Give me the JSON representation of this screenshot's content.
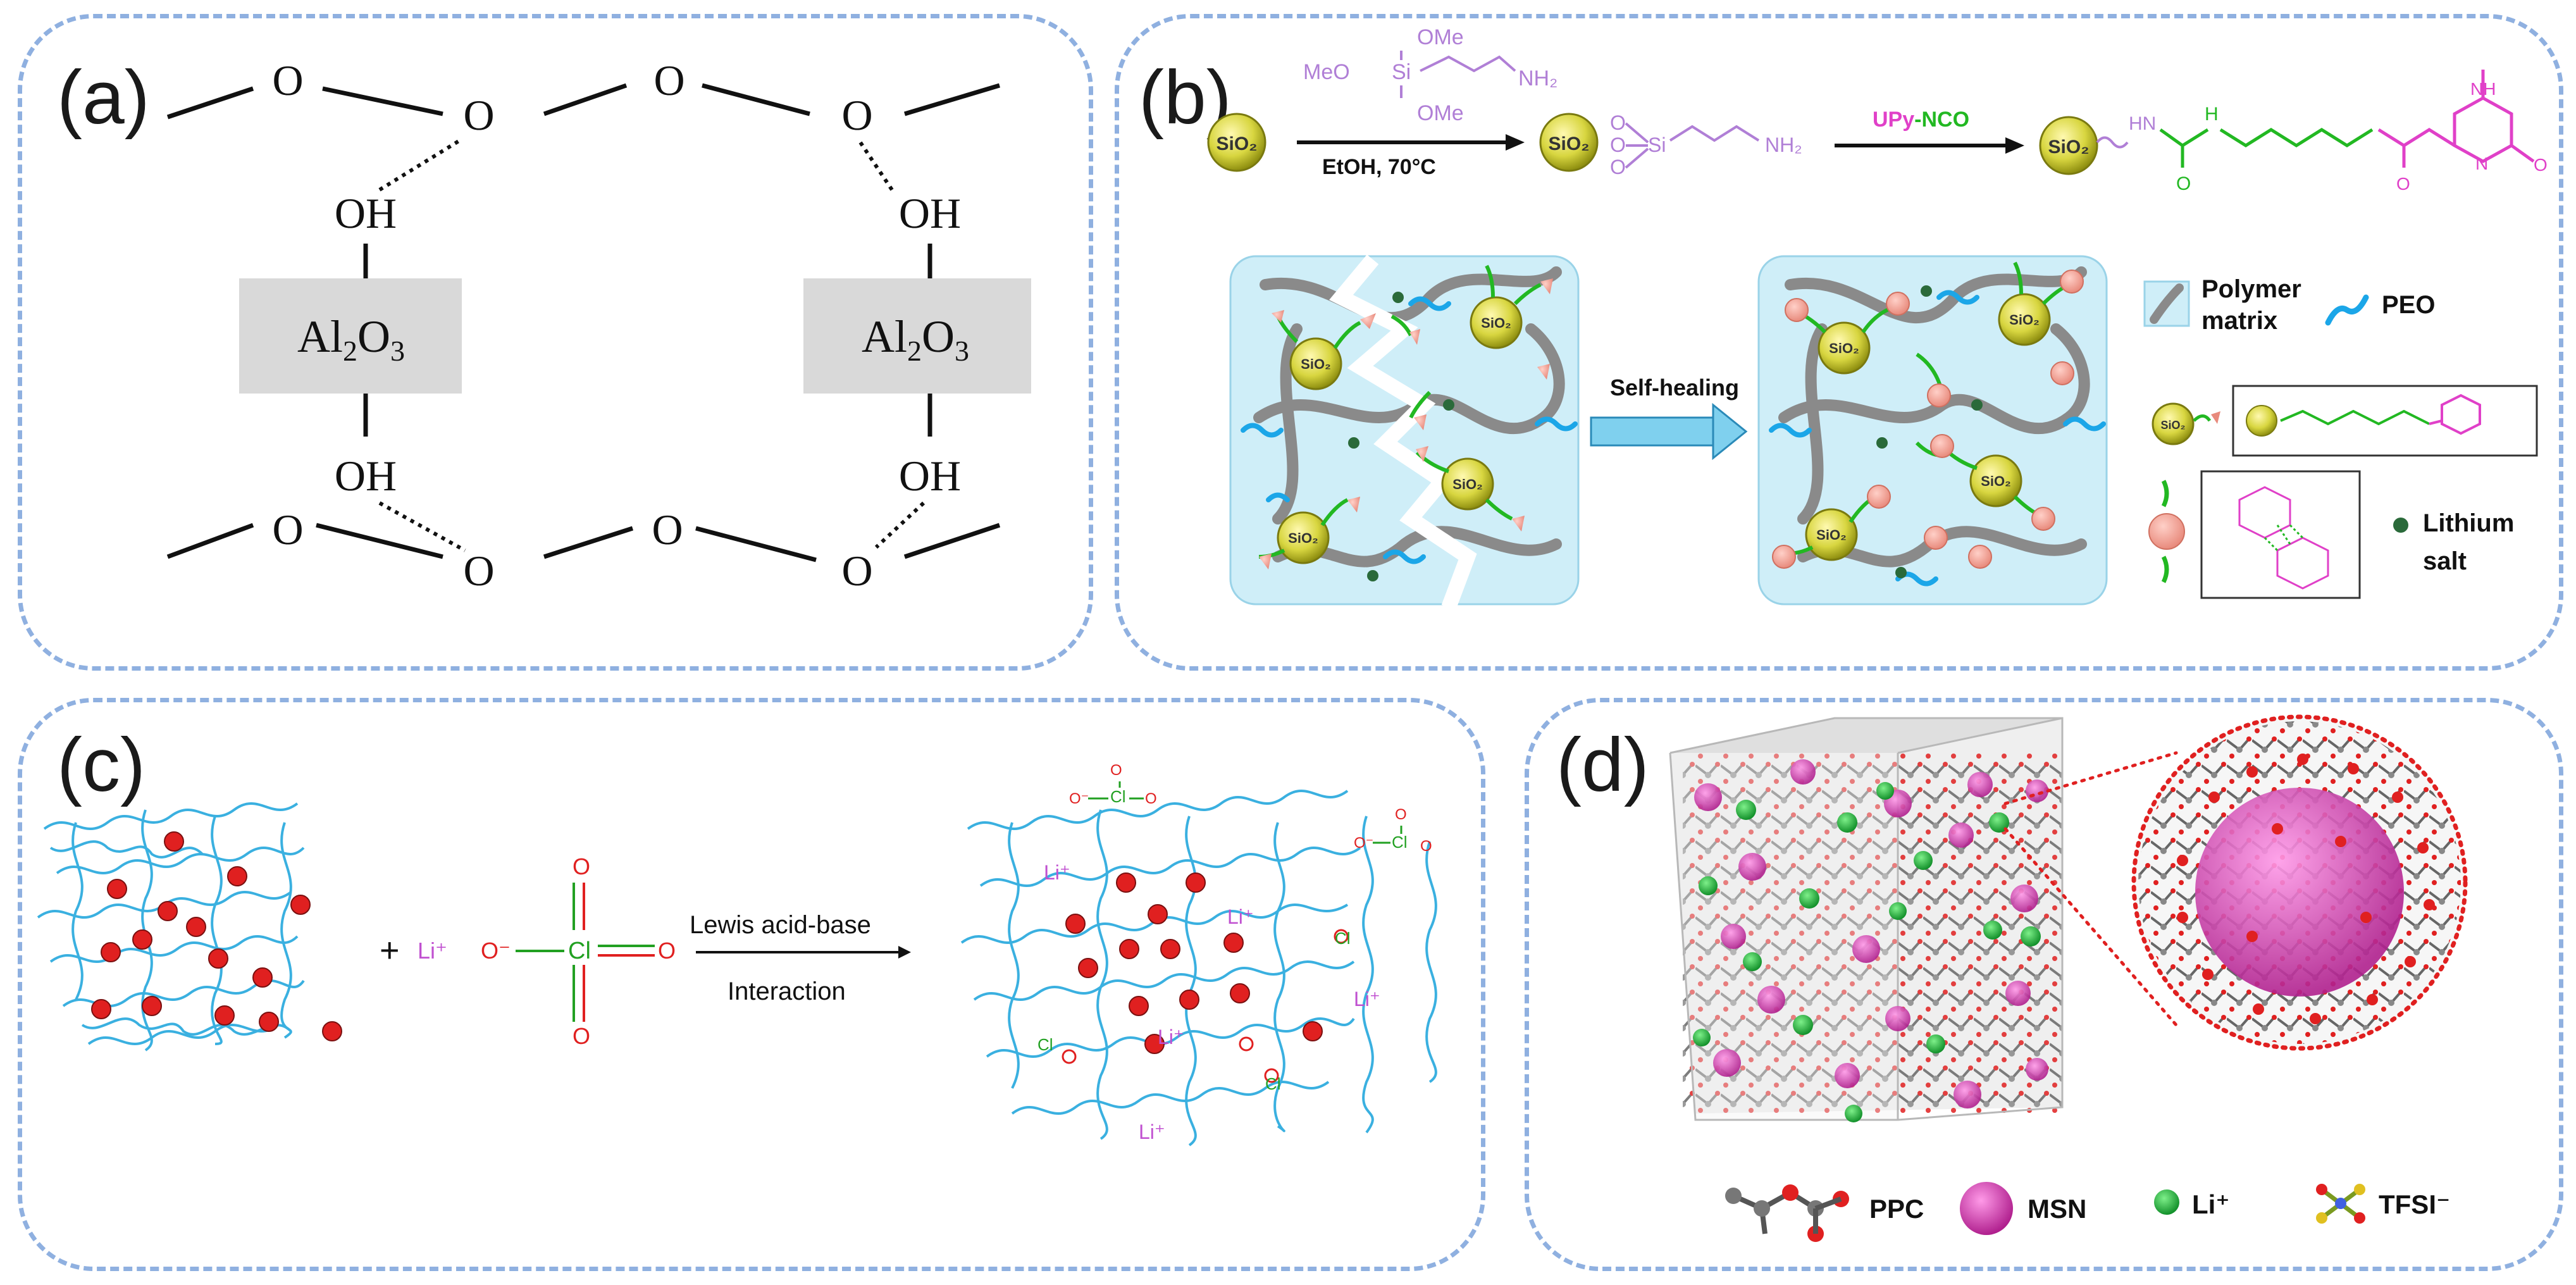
{
  "panel_a": {
    "label": "(a)",
    "oxygen": "O",
    "hydroxyl": "OH",
    "alumina_base": "Al",
    "alumina_sub1": "2",
    "alumina_o": "O",
    "alumina_sub2": "3"
  },
  "panel_b": {
    "label": "(b)",
    "sio2": "SiO₂",
    "ome": "OMe",
    "meo": "MeO",
    "si": "Si",
    "nh2": "NH₂",
    "step1_condition": "EtOH, 70°C",
    "step2_upy": "UPy",
    "step2_nco": "-NCO",
    "hn": "HN",
    "o": "O",
    "nh": "NH",
    "h": "H",
    "n": "N",
    "self_healing": "Self-healing",
    "legend_polymer_1": "Polymer",
    "legend_polymer_2": "matrix",
    "legend_peo": "PEO",
    "legend_lithium_1": "Lithium",
    "legend_lithium_2": "salt",
    "colors": {
      "reagent": "#b07fd6",
      "upy": "#e040c8",
      "linker": "#22b822",
      "arrow": "#7fd0ee",
      "matrix_bg": "#cfeef8"
    }
  },
  "panel_c": {
    "label": "(c)",
    "plus": "+",
    "li": "Li⁺",
    "o_minus": "O⁻",
    "cl": "Cl",
    "o": "O",
    "arrow_top": "Lewis acid-base",
    "arrow_bottom": "Interaction",
    "colors": {
      "chain": "#3ab0e0",
      "oxygen": "#e02020",
      "lithium": "#c050d0",
      "chlorine": "#22a022"
    }
  },
  "panel_d": {
    "label": "(d)",
    "legend_ppc": "PPC",
    "legend_msn": "MSN",
    "legend_li": "Li⁺",
    "legend_tfsi": "TFSI⁻",
    "colors": {
      "msn": "#e040c0",
      "li": "#20b040",
      "carbon": "#707070",
      "oxygen": "#e02020"
    }
  }
}
